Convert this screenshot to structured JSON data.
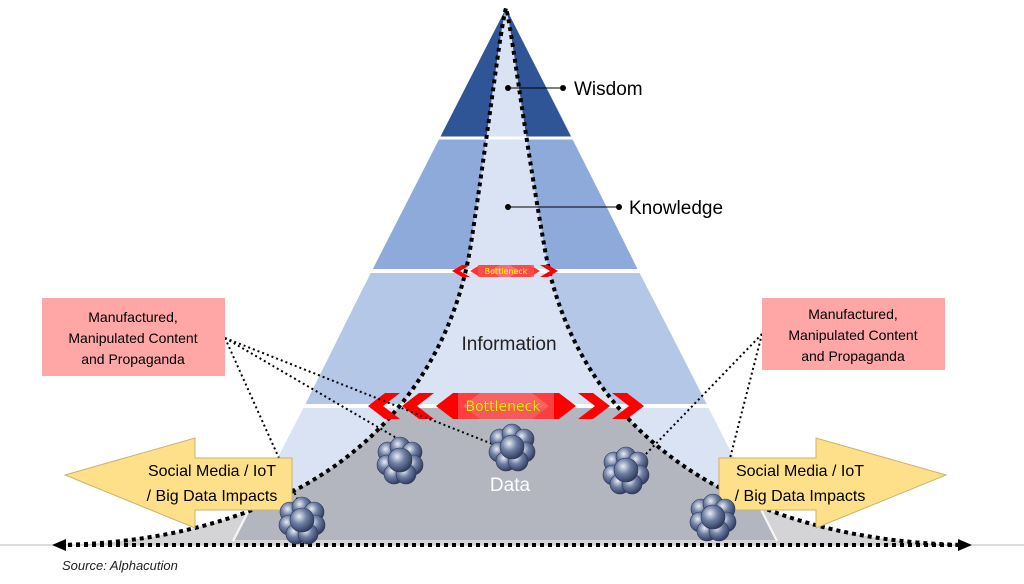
{
  "layers": {
    "wisdom": "Wisdom",
    "knowledge": "Knowledge",
    "information": "Information",
    "data": "Data"
  },
  "bottlenecks": {
    "upper": "Bottleneck",
    "lower": "Bottleneck"
  },
  "callouts": {
    "left": [
      "Manufactured,",
      "Manipulated Content",
      "and Propaganda"
    ],
    "right": [
      "Manufactured,",
      "Manipulated Content",
      "and Propaganda"
    ]
  },
  "arrows": {
    "left": [
      "Social Media / IoT",
      "/ Big Data Impacts"
    ],
    "right": [
      "Social Media / IoT",
      "/ Big Data Impacts"
    ]
  },
  "source": "Source: Alphacution",
  "colors": {
    "wisdom": "#2f5597",
    "knowledge": "#8eaadb",
    "information": "#b4c7e7",
    "inner": "#dae3f3",
    "data": "#b7bac4",
    "bottleneck": "#ff0000",
    "bottleneck_text": "#ffff00",
    "callout": "#ffa7a7",
    "impact_arrow": "#ffe08a"
  }
}
